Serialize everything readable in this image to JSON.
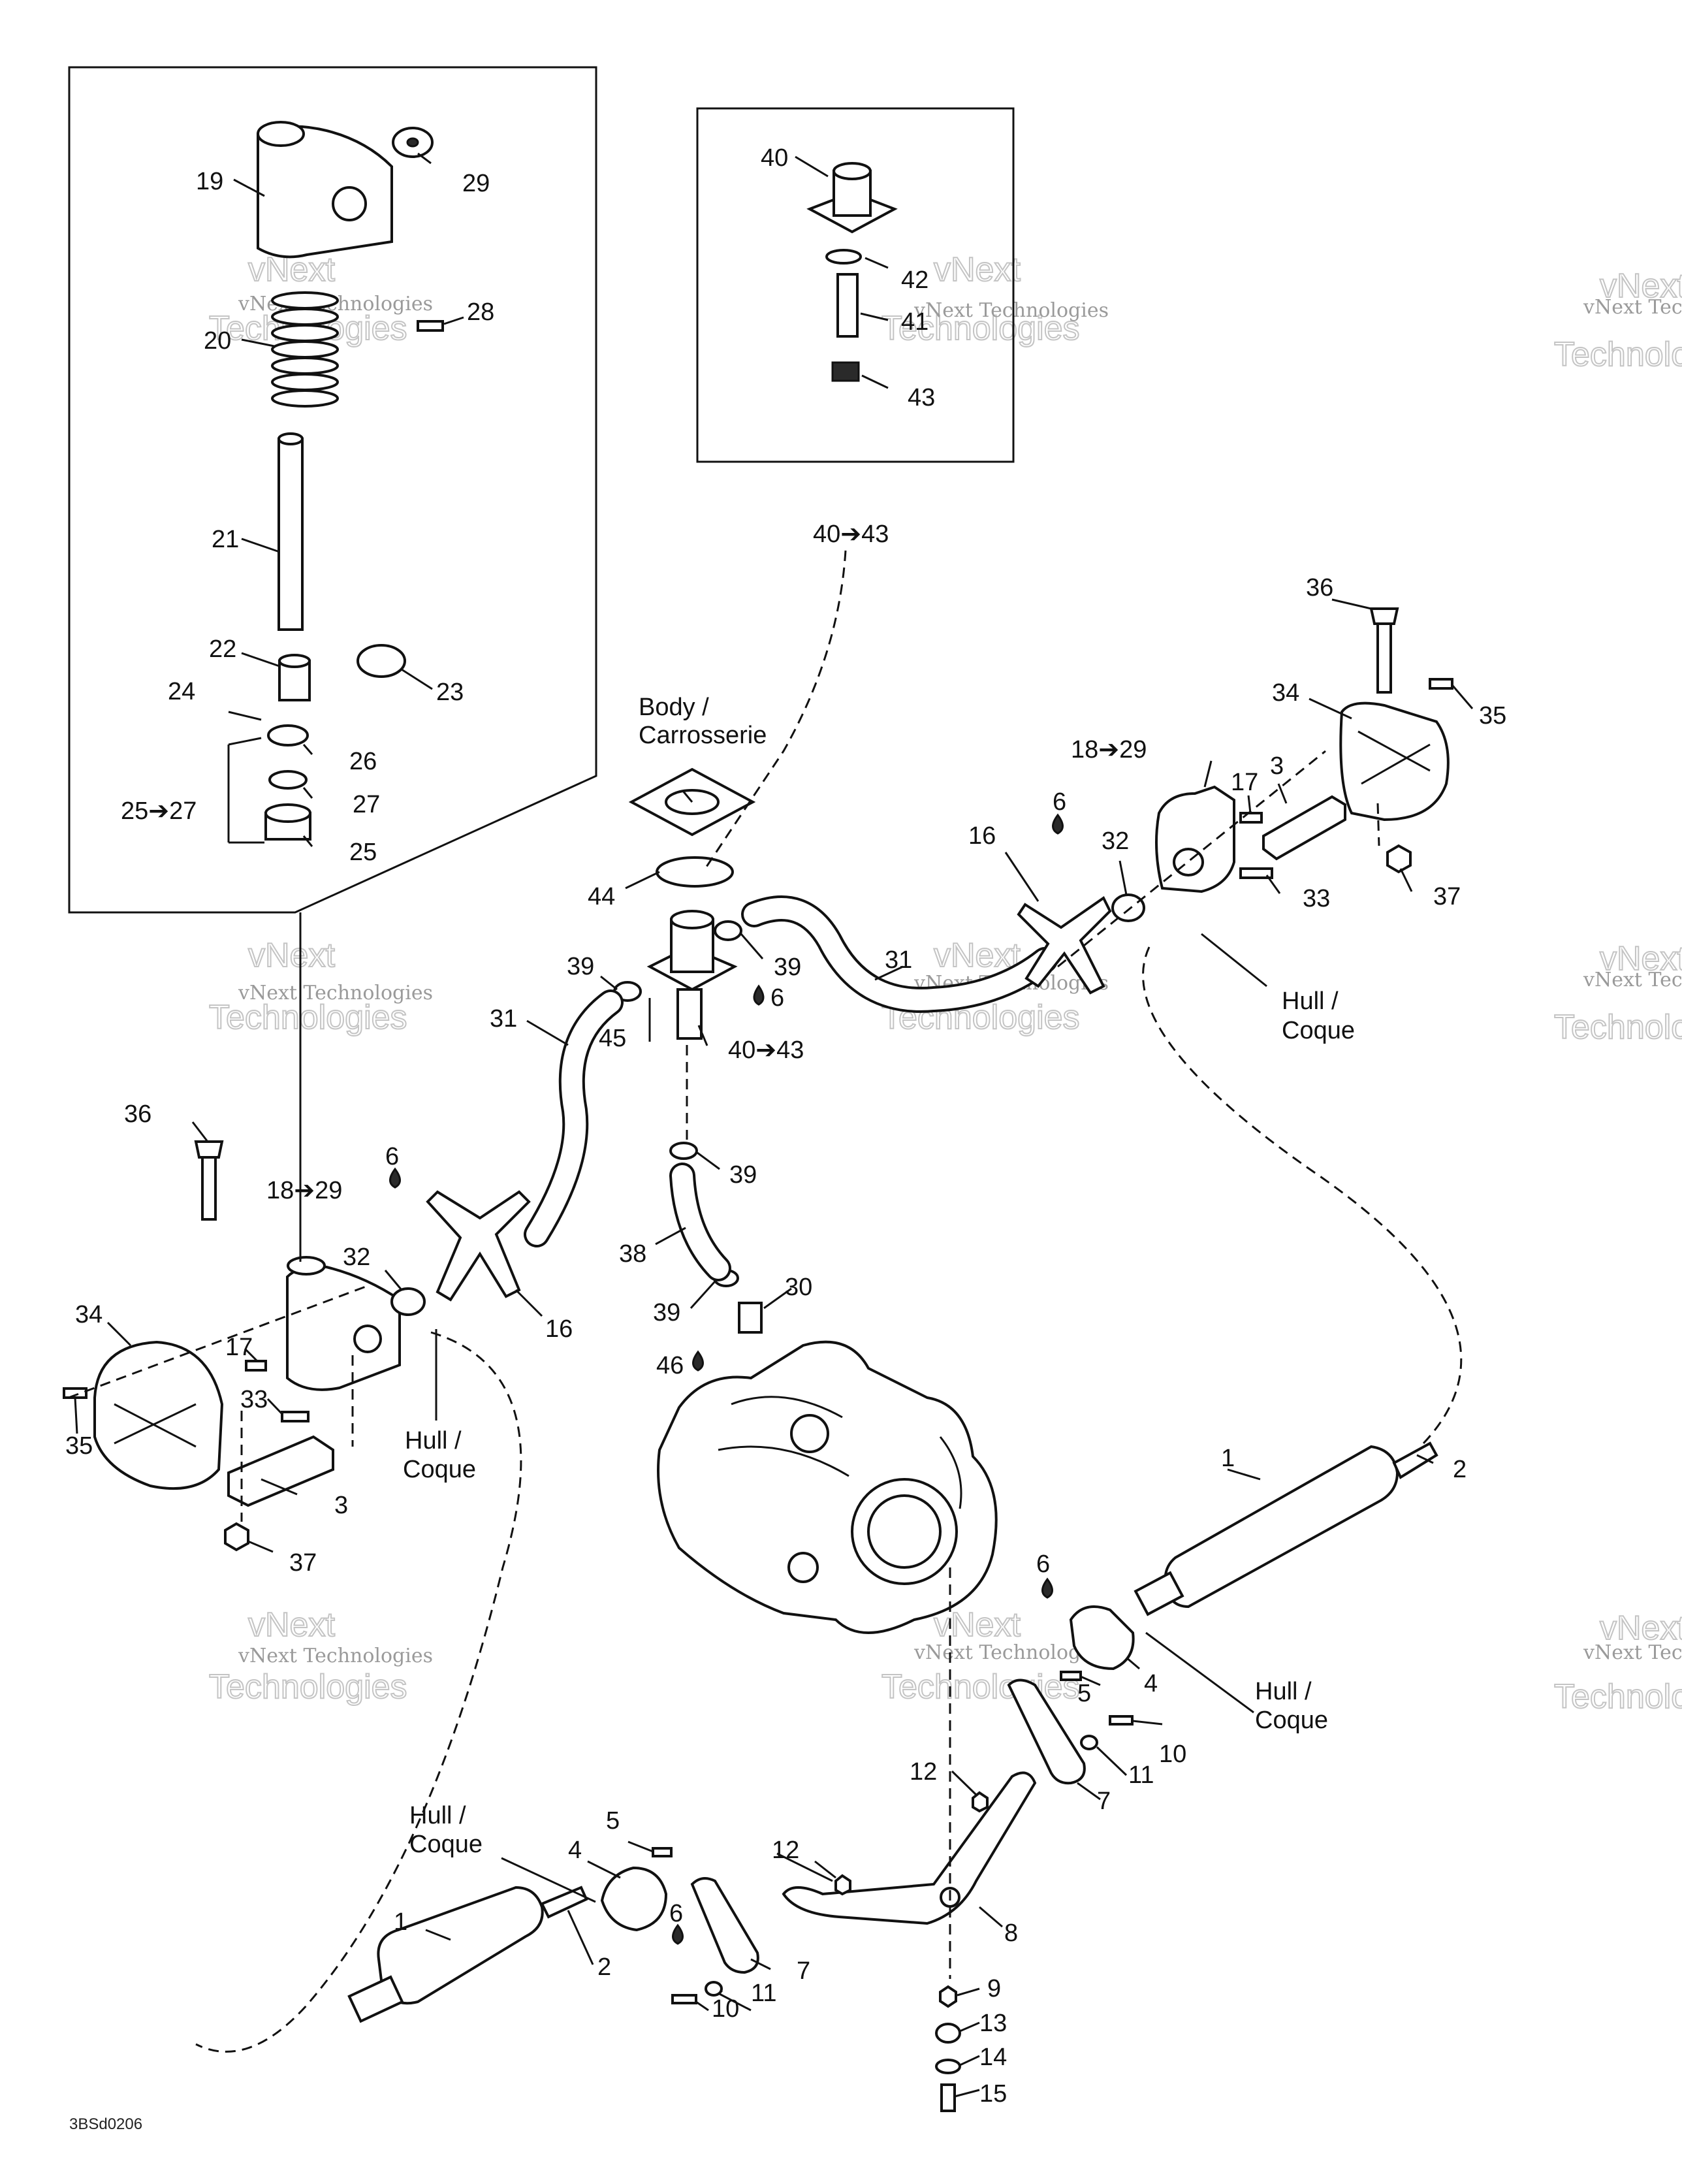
{
  "callouts": {
    "c1a": "1",
    "c1b": "1",
    "c2a": "2",
    "c2b": "2",
    "c3a": "3",
    "c3b": "3",
    "c4a": "4",
    "c4b": "4",
    "c5a": "5",
    "c5b": "5",
    "c6a": "6",
    "c6b": "6",
    "c6c": "6",
    "c6d": "6",
    "c7a": "7",
    "c7b": "7",
    "c8": "8",
    "c9": "9",
    "c10a": "10",
    "c10b": "10",
    "c11a": "11",
    "c11b": "11",
    "c12a": "12",
    "c12b": "12",
    "c13": "13",
    "c14": "14",
    "c15": "15",
    "c16a": "16",
    "c16b": "16",
    "c17a": "17",
    "c17b": "17",
    "c19": "19",
    "c20": "20",
    "c21": "21",
    "c22": "22",
    "c23": "23",
    "c24": "24",
    "c25": "25",
    "c26": "26",
    "c27": "27",
    "c28": "28",
    "c29": "29",
    "c30": "30",
    "c31a": "31",
    "c31b": "31",
    "c32a": "32",
    "c32b": "32",
    "c33a": "33",
    "c33b": "33",
    "c34a": "34",
    "c34b": "34",
    "c35a": "35",
    "c35b": "35",
    "c36a": "36",
    "c36b": "36",
    "c37a": "37",
    "c37b": "37",
    "c38": "38",
    "c39a": "39",
    "c39b": "39",
    "c39c": "39",
    "c39d": "39",
    "c40": "40",
    "c41": "41",
    "c42": "42",
    "c43": "43",
    "c44": "44",
    "c45": "45",
    "c46": "46",
    "r1829a": "18➔29",
    "r1829b": "18➔29",
    "r2527": "25➔27",
    "r4043a": "40➔43",
    "r4043b": "40➔43"
  },
  "notes": {
    "body_line1": "Body /",
    "body_line2": "Carrosserie",
    "hull_line1": "Hull /",
    "hull_line2": "Coque"
  },
  "watermark": {
    "line1": "vNext Technologies",
    "big": "vNext",
    "big2": "Technologies"
  },
  "drawing_code": "3BSd0206"
}
